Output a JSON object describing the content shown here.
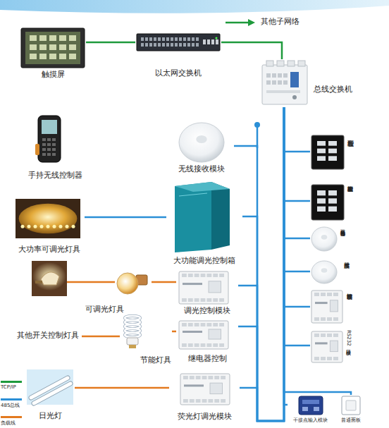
{
  "diagram": {
    "nodes": [
      {
        "text": [
          "触摸屏"
        ]
      },
      {
        "text": [
          "以太网交换机"
        ]
      },
      {
        "text": [
          "总线交换机"
        ]
      },
      {
        "text": [
          "手持无线控制器"
        ]
      },
      {
        "text": [
          "无线接收模块"
        ]
      },
      {
        "text": [
          "智能面板"
        ]
      },
      {
        "text": [
          "多功能智能面板"
        ]
      },
      {
        "text": [
          "大功率可调光灯具"
        ]
      },
      {
        "text": [
          "大功能调光控制箱"
        ]
      },
      {
        "text": [
          "红外双鉴 移动传感器"
        ]
      },
      {
        "text": [
          "照度传感器"
        ]
      },
      {
        "text": [
          "可调光灯具"
        ]
      },
      {
        "text": [
          "调光控制模块"
        ]
      },
      {
        "text": [
          "逻辑控制模块"
        ]
      },
      {
        "text": [
          "节能灯具"
        ]
      },
      {
        "text": [
          "继电器控制"
        ]
      },
      {
        "text": [
          "RS232接口模块"
        ]
      },
      {
        "text": [
          "日光灯"
        ]
      },
      {
        "text": [
          "荧光灯调光模块"
        ]
      },
      {
        "text": [
          "干接点输入模块"
        ]
      },
      {
        "text": [
          "普通面板"
        ]
      }
    ],
    "edges": [
      {
        "from": 0,
        "to": 1,
        "arrow": "none"
      },
      {
        "from": 1,
        "to": 2,
        "arrow": "none"
      },
      {
        "from": 2,
        "to": 4,
        "arrow": "none"
      },
      {
        "from": 2,
        "to": 8,
        "arrow": "none"
      },
      {
        "from": 7,
        "to": 8,
        "arrow": "none"
      },
      {
        "from": 2,
        "to": 12,
        "arrow": "none"
      },
      {
        "from": 11,
        "to": 12,
        "arrow": "none"
      },
      {
        "from": 2,
        "to": 15,
        "arrow": "none"
      },
      {
        "from": 14,
        "to": 15,
        "arrow": "none"
      },
      {
        "from": 2,
        "to": 18,
        "arrow": "none"
      },
      {
        "from": 17,
        "to": 18,
        "arrow": "none"
      },
      {
        "from": 2,
        "to": 5,
        "arrow": "none"
      },
      {
        "from": 2,
        "to": 6,
        "arrow": "none"
      },
      {
        "from": 2,
        "to": 9,
        "arrow": "none"
      },
      {
        "from": 2,
        "to": 10,
        "arrow": "none"
      },
      {
        "from": 2,
        "to": 13,
        "arrow": "none"
      },
      {
        "from": 2,
        "to": 16,
        "arrow": "none"
      },
      {
        "from": 2,
        "to": 19,
        "arrow": "none"
      },
      {
        "from": 2,
        "to": 20,
        "arrow": "none"
      }
    ],
    "labels": [
      "其他子网络",
      "其他开关控制灯具"
    ],
    "legend": [
      {
        "text": "TCP/IP",
        "color": "#1e9a3c"
      },
      {
        "text": "485总线",
        "color": "#2b8fd6"
      },
      {
        "text": "负载线",
        "color": "#e37a1f"
      }
    ]
  }
}
